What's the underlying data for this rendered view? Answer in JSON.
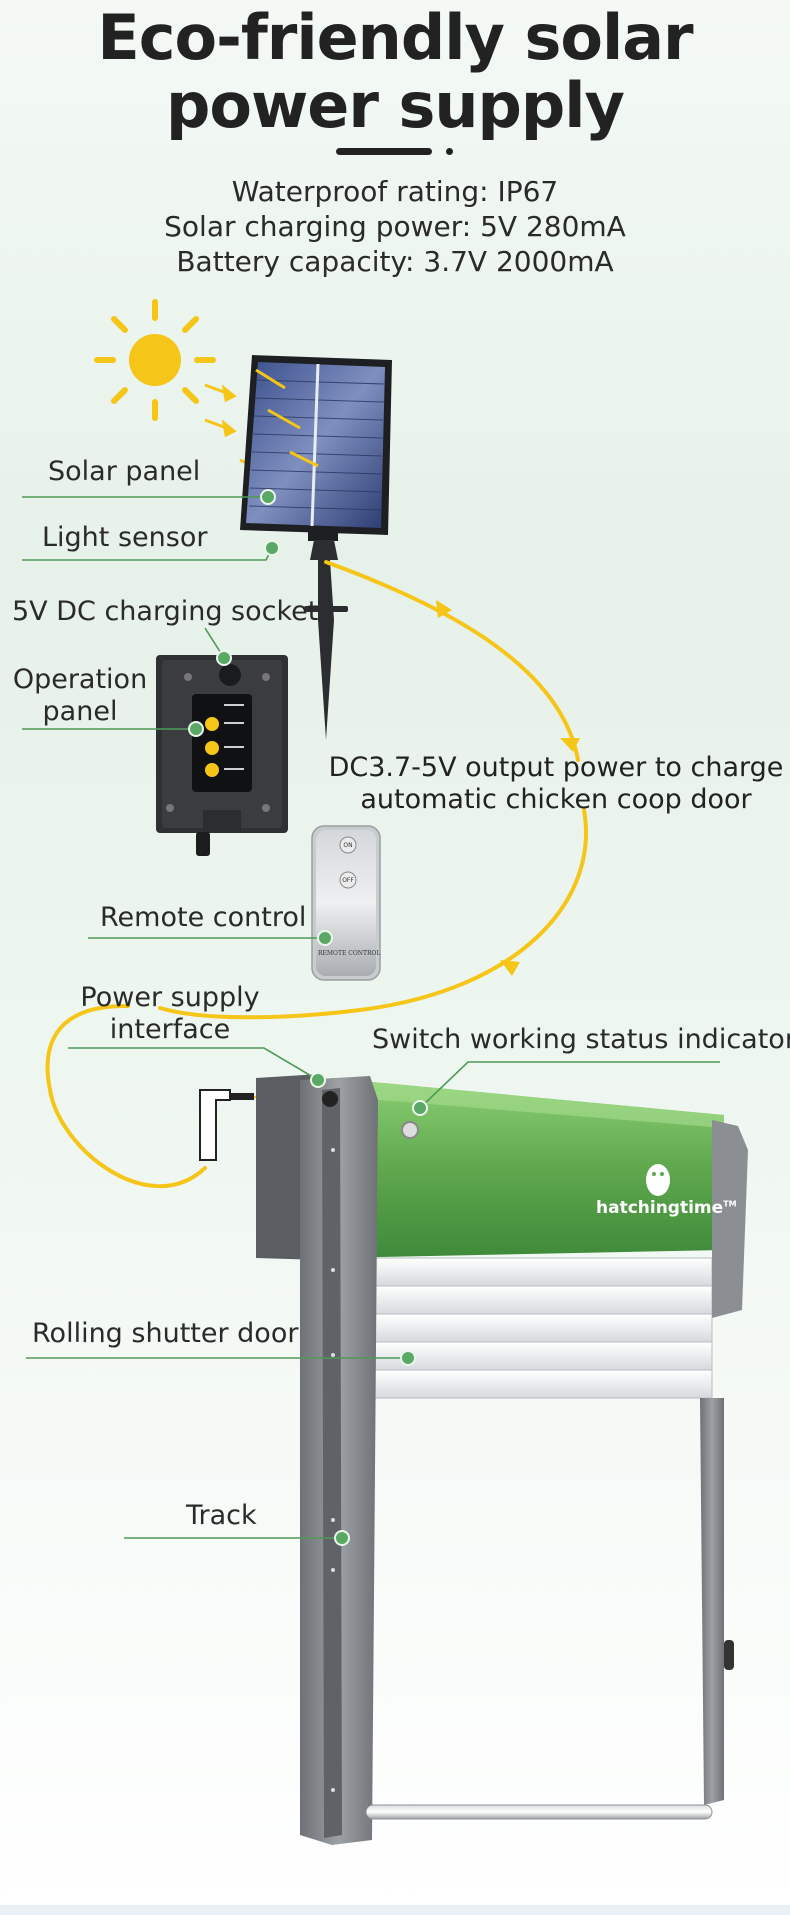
{
  "title": {
    "line1": "Eco-friendly solar",
    "line2": "power supply"
  },
  "specs": [
    "Waterproof rating: IP67",
    "Solar charging power: 5V 280mA",
    "Battery capacity: 3.7V 2000mA"
  ],
  "labels": {
    "solar_panel": "Solar panel",
    "light_sensor": "Light sensor",
    "charging_socket": "5V DC charging socket",
    "operation_panel_1": "Operation",
    "operation_panel_2": "panel",
    "remote_control": "Remote control",
    "power_interface_1": "Power supply",
    "power_interface_2": "interface",
    "status_indicator": "Switch working status indicator",
    "rolling_shutter": "Rolling shutter door",
    "track": "Track"
  },
  "output_note": {
    "line1": "DC3.7-5V output power to charge",
    "line2": "automatic chicken coop door"
  },
  "product": {
    "brand": "hatchingtime",
    "trademark": "TM",
    "remote_caption": "REMOTE CONTROL",
    "remote_on": "ON",
    "remote_off": "OFF"
  },
  "colors": {
    "accent_green": "#5aa865",
    "cable_yellow": "#f5c518",
    "door_green": "#5fa84e",
    "frame_gray": "#7d8186"
  }
}
